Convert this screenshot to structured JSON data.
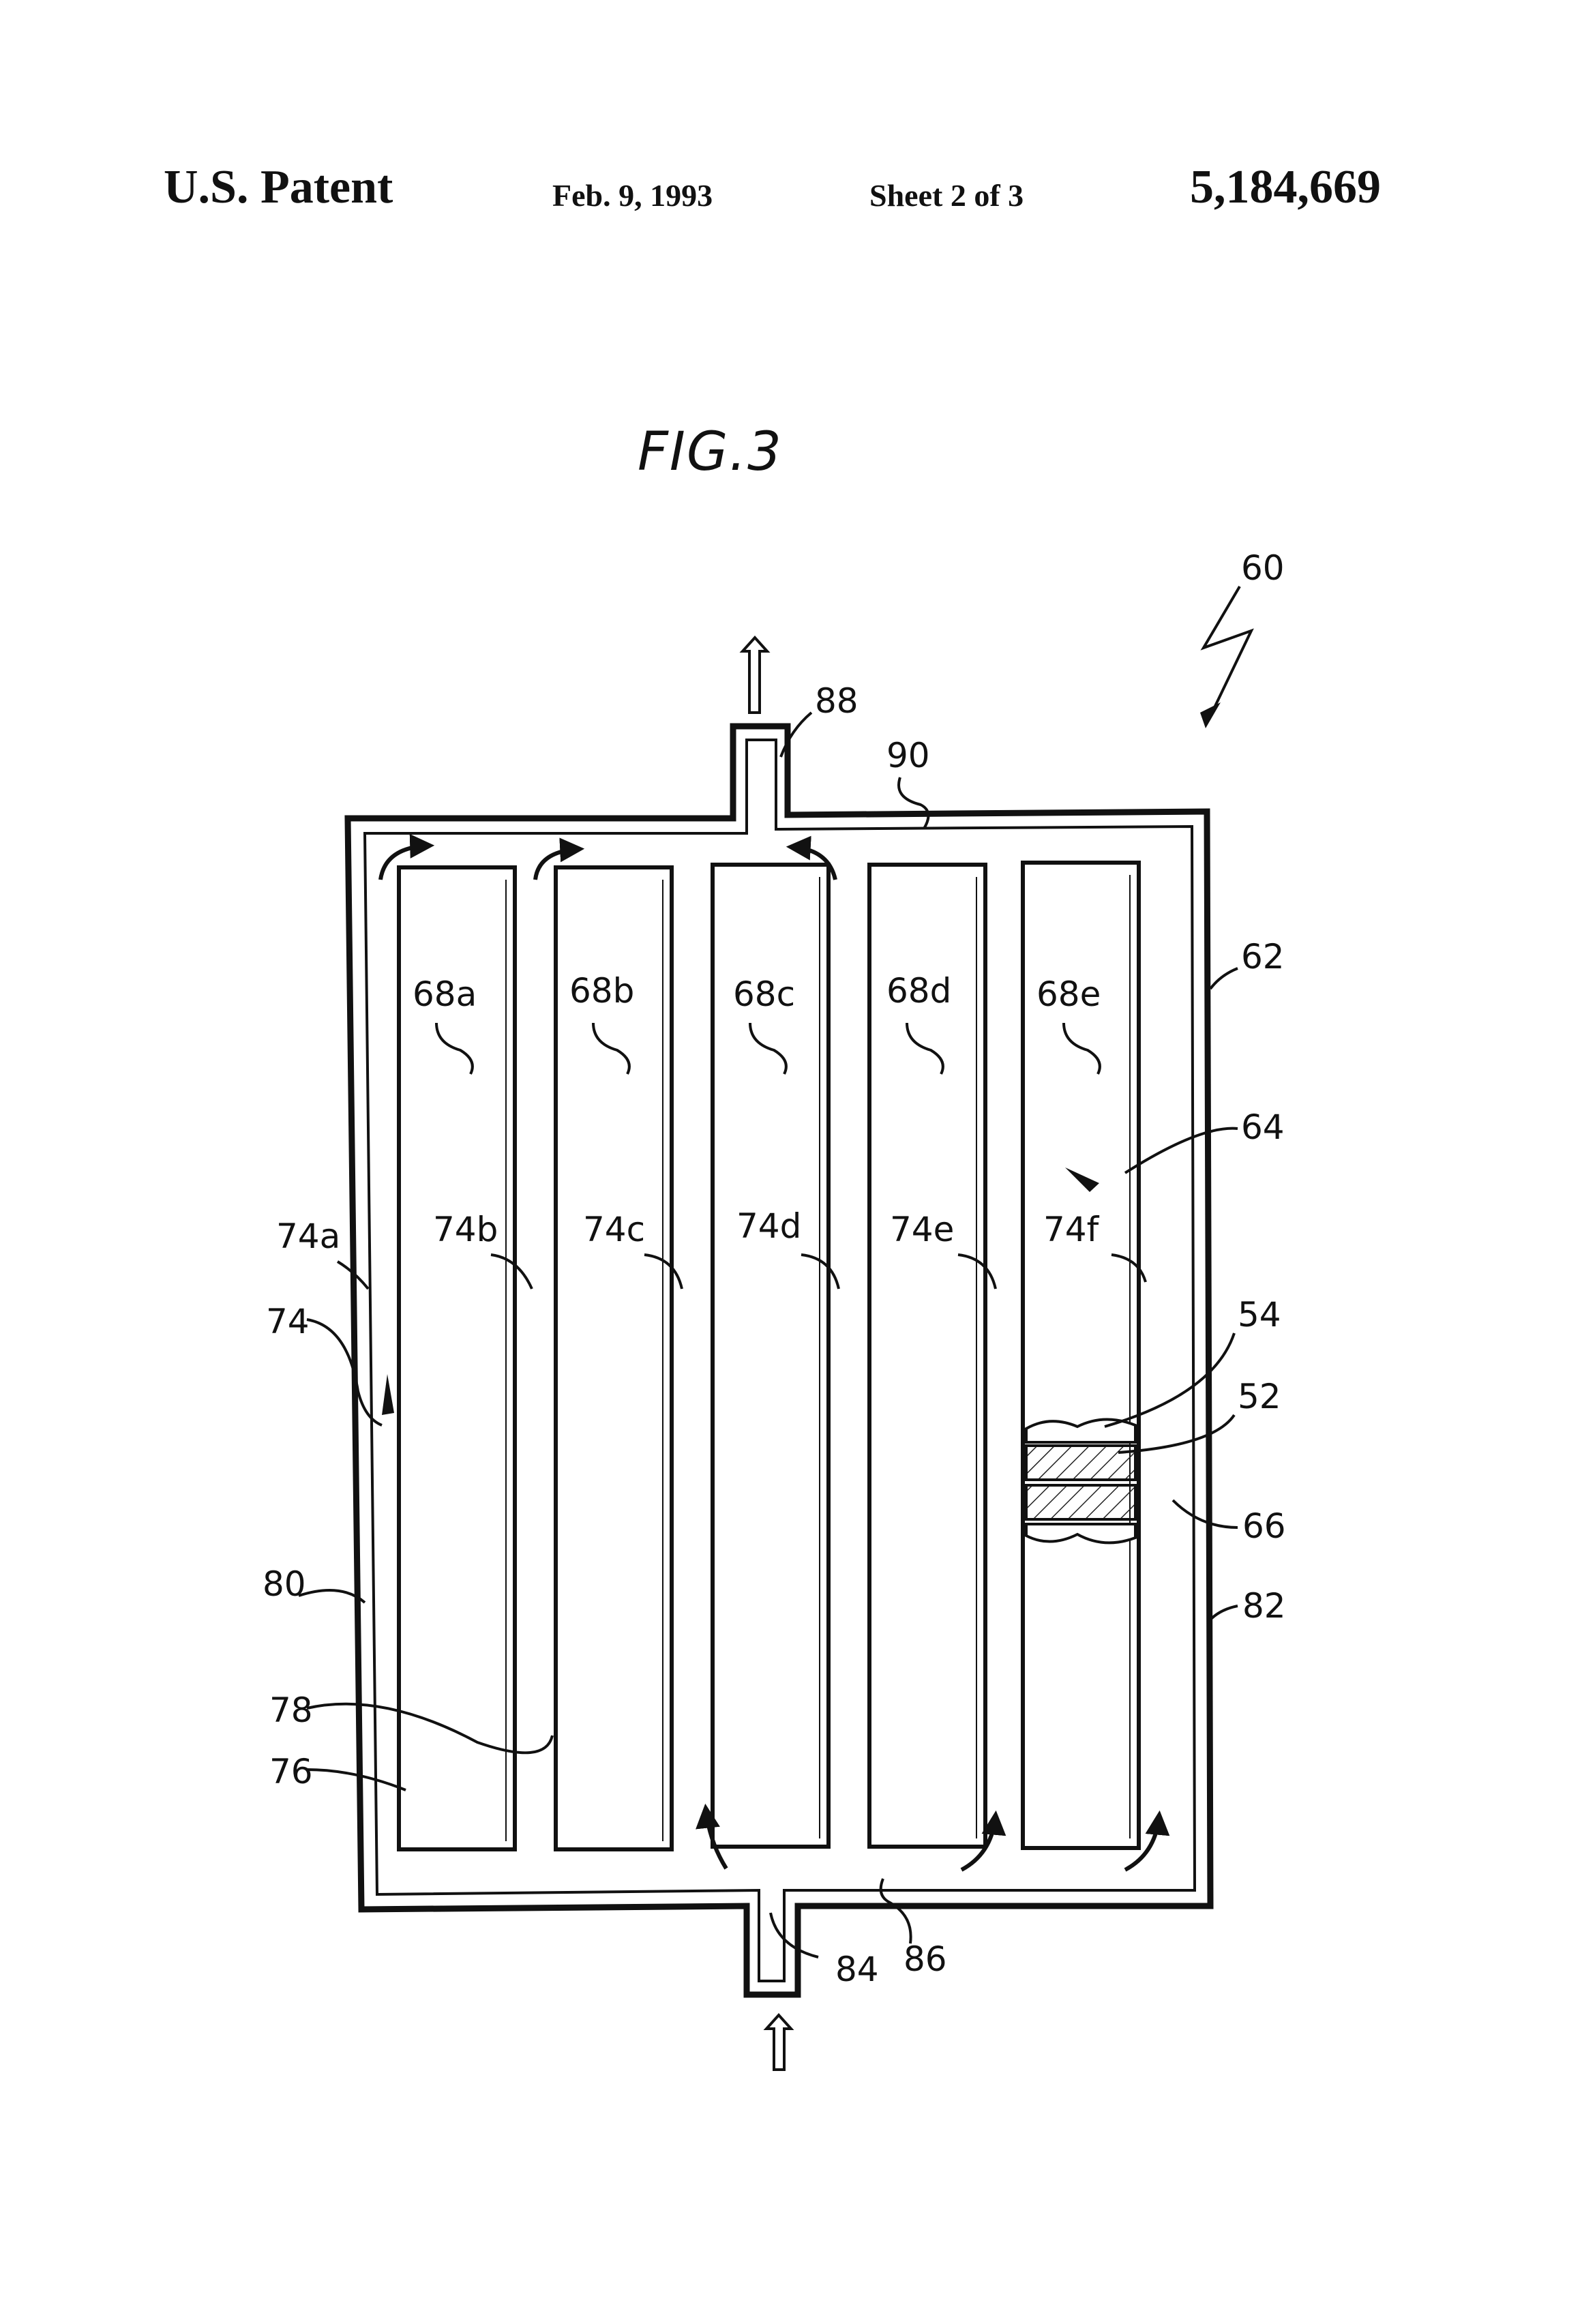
{
  "header": {
    "left": "U.S. Patent",
    "date": "Feb. 9, 1993",
    "sheet": "Sheet 2 of 3",
    "number": "5,184,669"
  },
  "figure": {
    "title": "FIG.3",
    "labels": {
      "l60": "60",
      "l88": "88",
      "l90": "90",
      "l62": "62",
      "l68a": "68a",
      "l68b": "68b",
      "l68c": "68c",
      "l68d": "68d",
      "l68e": "68e",
      "l64": "64",
      "l74a": "74a",
      "l74b": "74b",
      "l74c": "74c",
      "l74d": "74d",
      "l74e": "74e",
      "l74f": "74f",
      "l74": "74",
      "l54": "54",
      "l52": "52",
      "l66": "66",
      "l80": "80",
      "l82": "82",
      "l78": "78",
      "l76": "76",
      "l84": "84",
      "l86": "86"
    }
  }
}
